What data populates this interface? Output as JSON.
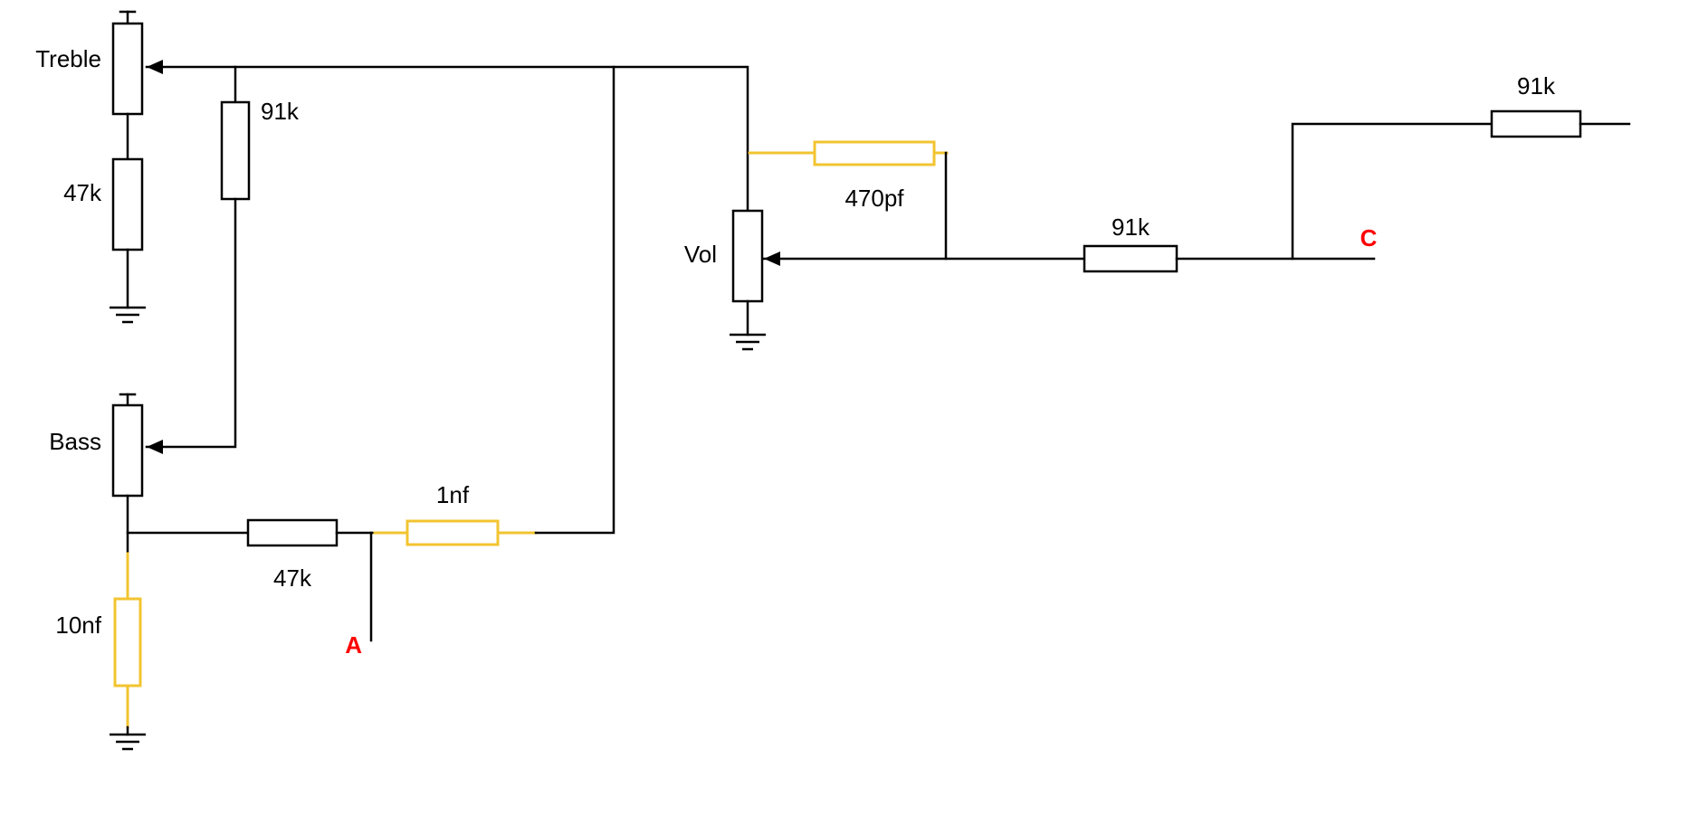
{
  "diagram": {
    "kind": "circuit-schematic",
    "description": "Tone and volume control schematic with Treble, Bass and Vol potentiometers, resistors and capacitors",
    "colors": {
      "wire": "#000000",
      "component_fill": "#ffffff",
      "capacitor": "#f2c430",
      "node_label": "#ff0000",
      "background": "#ffffff"
    },
    "components": {
      "treble_pot": {
        "type": "potentiometer",
        "label": "Treble"
      },
      "r47k_treble": {
        "type": "resistor",
        "label": "47k"
      },
      "r91k_left": {
        "type": "resistor",
        "label": "91k"
      },
      "bass_pot": {
        "type": "potentiometer",
        "label": "Bass"
      },
      "c10nf": {
        "type": "capacitor",
        "label": "10nf"
      },
      "r47k_bass": {
        "type": "resistor",
        "label": "47k"
      },
      "c1nf": {
        "type": "capacitor",
        "label": "1nf"
      },
      "vol_pot": {
        "type": "potentiometer",
        "label": "Vol"
      },
      "c470pf": {
        "type": "capacitor",
        "label": "470pf"
      },
      "r91k_mid": {
        "type": "resistor",
        "label": "91k"
      },
      "r91k_top": {
        "type": "resistor",
        "label": "91k"
      }
    },
    "nodes": {
      "a": {
        "label": "A"
      },
      "c": {
        "label": "C"
      }
    },
    "ground_count": 3
  }
}
